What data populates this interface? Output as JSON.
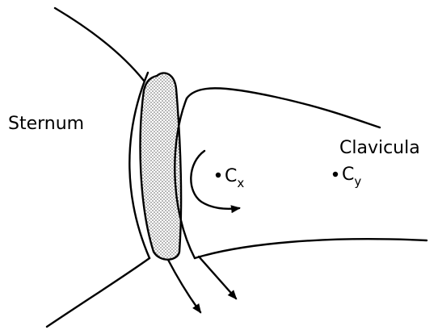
{
  "labels": {
    "sternum": "Sternum",
    "clavicula": "Clavicula",
    "point_x_base": "C",
    "point_x_sub": "x",
    "point_y_base": "C",
    "point_y_sub": "y"
  },
  "colors": {
    "line": "#000000",
    "disc_stipple": "#555555",
    "background": "#ffffff"
  }
}
